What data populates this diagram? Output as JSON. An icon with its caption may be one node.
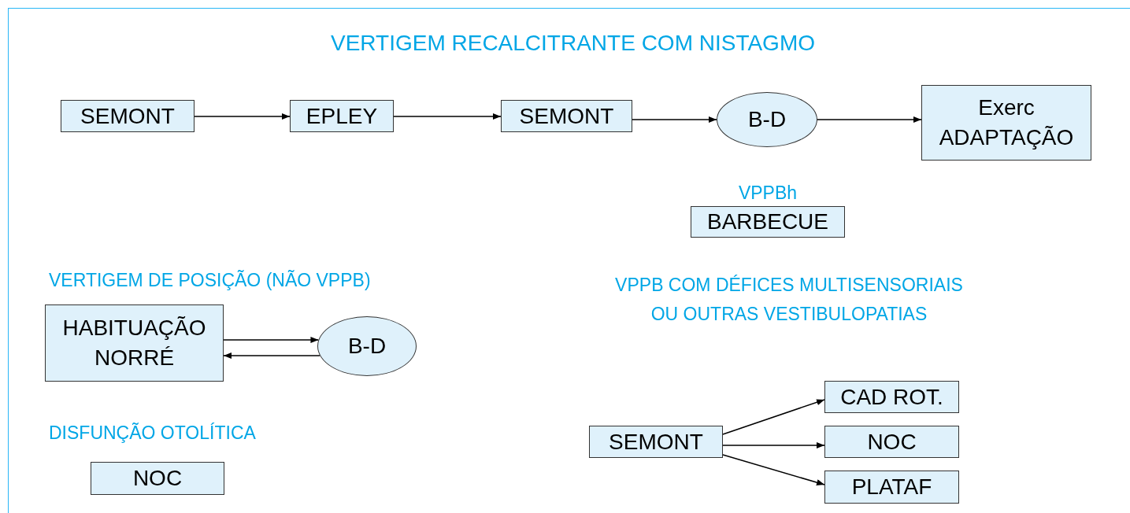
{
  "diagram": {
    "title": "VERTIGEM RECALCITRANTE COM NISTAGMO",
    "nodes": [
      {
        "text": [
          "SEMONT"
        ]
      },
      {
        "text": [
          "EPLEY"
        ]
      },
      {
        "text": [
          "SEMONT"
        ]
      },
      {
        "text": [
          "B-D"
        ]
      },
      {
        "text": [
          "Exerc ADAPTAÇÃO"
        ]
      },
      {
        "text": [
          "VPPBh",
          "BARBECUE"
        ]
      },
      {
        "text": [
          "HABITUAÇÃO NORRÉ"
        ]
      },
      {
        "text": [
          "B-D"
        ]
      },
      {
        "text": [
          "NOC"
        ]
      },
      {
        "text": [
          "SEMONT"
        ]
      },
      {
        "text": [
          "CAD ROT."
        ]
      },
      {
        "text": [
          "NOC"
        ]
      },
      {
        "text": [
          "PLATAF"
        ]
      }
    ],
    "edges": [
      {
        "from": 0,
        "to": 1,
        "arrow": "to"
      },
      {
        "from": 1,
        "to": 2,
        "arrow": "to"
      },
      {
        "from": 2,
        "to": 3,
        "arrow": "to"
      },
      {
        "from": 3,
        "to": 4,
        "arrow": "to"
      },
      {
        "from": 6,
        "to": 7,
        "arrow": "to"
      },
      {
        "from": 7,
        "to": 6,
        "arrow": "to"
      },
      {
        "from": 9,
        "to": 10,
        "arrow": "to"
      },
      {
        "from": 9,
        "to": 11,
        "arrow": "to"
      },
      {
        "from": 9,
        "to": 12,
        "arrow": "to"
      }
    ],
    "labels": [
      "VERTIGEM DE POSIÇÃO (NÃO VPPB)",
      "VPPB COM DÉFICES MULTISENSORIAIS OU OUTRAS VESTIBULOPATIAS",
      "DISFUNÇÃO OTOLÍTICA"
    ]
  }
}
